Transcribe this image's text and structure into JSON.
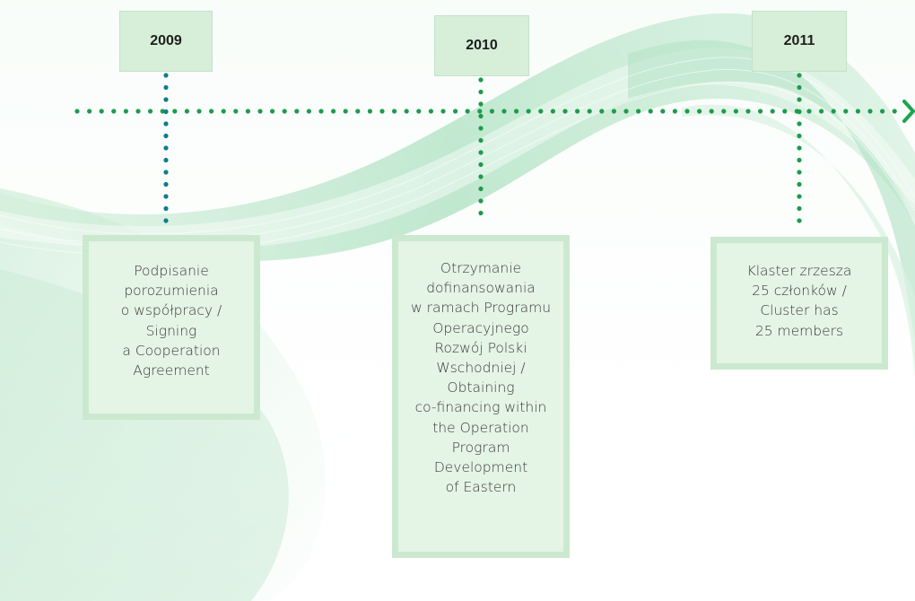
{
  "timeline": {
    "accent_color": "#19a64d",
    "dot_color_blue": "#0f7c8c",
    "dot_color_green": "#1d9b4b",
    "arrow_icon": "chevron-right-icon",
    "milestones": [
      {
        "year": "2009",
        "description_lines": [
          "Podpisanie",
          "porozumienia",
          "o współpracy /",
          "Signing",
          "a Cooperation",
          "Agreement"
        ]
      },
      {
        "year": "2010",
        "description_lines": [
          "Otrzymanie",
          "dofinansowania",
          "w ramach Programu",
          "Operacyjnego",
          "Rozwój Polski",
          "Wschodniej /",
          "Obtaining",
          "co-financing within",
          "the Operation",
          "Program",
          "Development",
          "of Eastern"
        ]
      },
      {
        "year": "2011",
        "description_lines": [
          "Klaster zrzesza",
          "25 członków /",
          "Cluster has",
          "25 members"
        ]
      }
    ]
  }
}
